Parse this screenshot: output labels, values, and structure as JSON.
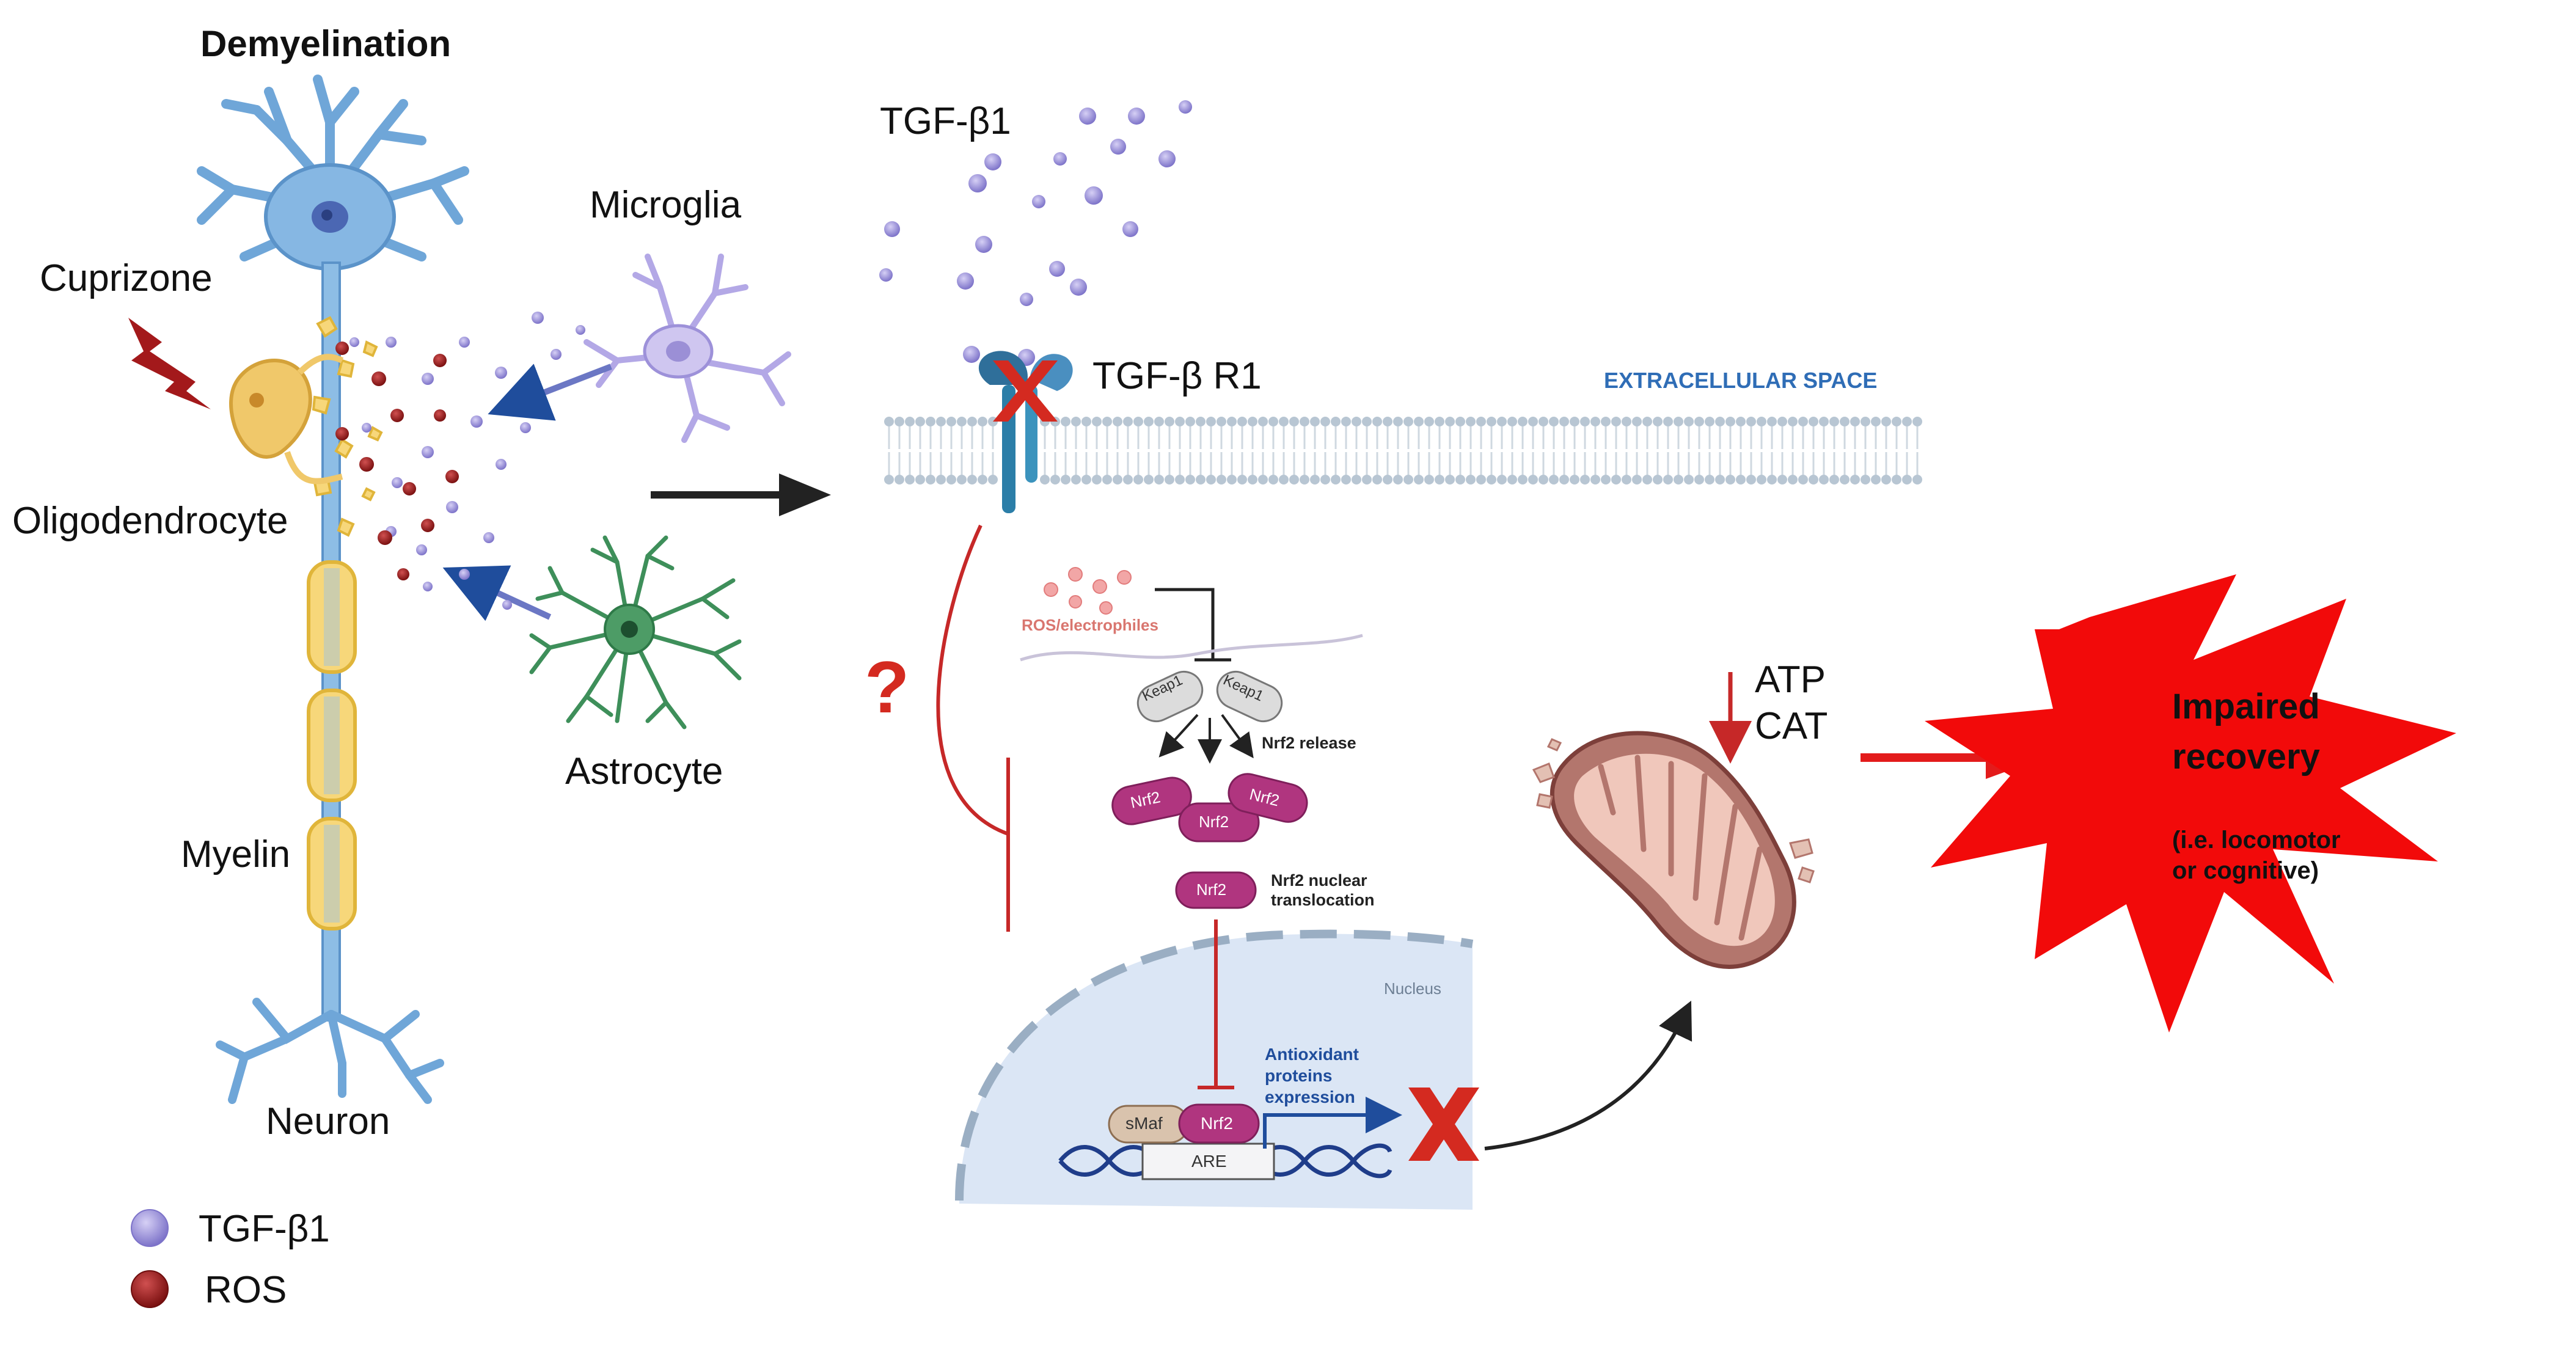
{
  "labels": {
    "demyelination": "Demyelination",
    "cuprizone": "Cuprizone",
    "oligodendrocyte": "Oligodendrocyte",
    "microglia": "Microglia",
    "astrocyte": "Astrocyte",
    "myelin": "Myelin",
    "neuron": "Neuron",
    "tgf_b1_top": "TGF-β1",
    "tgf_receptor": "TGF-β R1",
    "extracellular_space": "EXTRACELLULAR SPACE",
    "question": "?",
    "ros_electrophiles": "ROS/electrophiles",
    "keap1": "Keap1",
    "nrf2": "Nrf2",
    "nrf2_release": "Nrf2 release",
    "nrf2_translocation_1": "Nrf2 nuclear",
    "nrf2_translocation_2": "translocation",
    "nucleus": "Nucleus",
    "smaf": "sMaf",
    "are": "ARE",
    "antioxidant_1": "Antioxidant",
    "antioxidant_2": "proteins",
    "antioxidant_3": "expression",
    "atp": "ATP",
    "cat": "CAT",
    "impaired_1": "Impaired",
    "impaired_2": "recovery",
    "impaired_sub_1": "(i.e. locomotor",
    "impaired_sub_2": "or cognitive)",
    "cross": "X"
  },
  "legend": [
    {
      "label": "TGF-β1",
      "color": "#8f86d6"
    },
    {
      "label": "ROS",
      "color": "#8e1b1b"
    }
  ],
  "colors": {
    "neuron": "#6fa6d8",
    "myelin": "#f7d77a",
    "tgf": "#8f86d6",
    "ros": "#8e1b1b",
    "microglia": "#b3a8e6",
    "astrocyte": "#3e8f5a",
    "nrf2": "#b0357f",
    "inhibit_red": "#c62828",
    "accent_blue": "#2f6db6",
    "burst_red": "#f20a0a"
  }
}
